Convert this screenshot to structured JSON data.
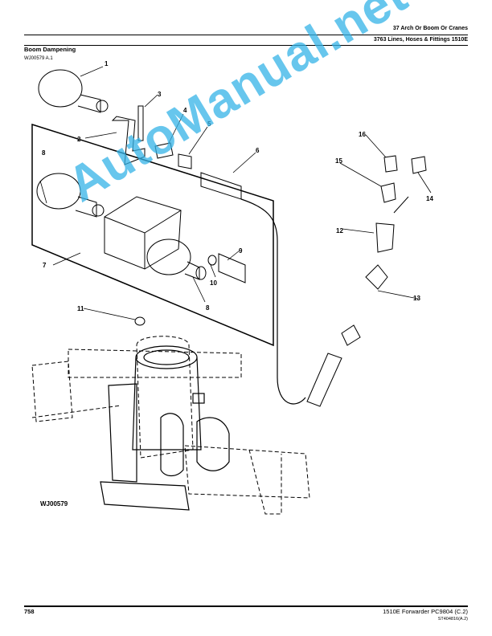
{
  "header": {
    "line1": "37 Arch Or Boom Or Cranes",
    "line2": "3763 Lines, Hoses & Fittings 1510E"
  },
  "section": {
    "title": "Boom Dampening",
    "figure_ref": "WJ00579 A.1"
  },
  "figure": {
    "id_label": "WJ00579",
    "callouts": [
      "1",
      "2",
      "3",
      "4",
      "5",
      "6",
      "7",
      "8",
      "8",
      "9",
      "10",
      "11",
      "12",
      "13",
      "14",
      "15",
      "16"
    ]
  },
  "watermark": "AutoManual.net",
  "footer": {
    "page_number": "758",
    "doc_info": "1510E Forwarder   PC9804   (C.2)",
    "code": "ST404816(A.2)"
  },
  "colors": {
    "watermark": "#35b3e7",
    "ink": "#000000"
  }
}
